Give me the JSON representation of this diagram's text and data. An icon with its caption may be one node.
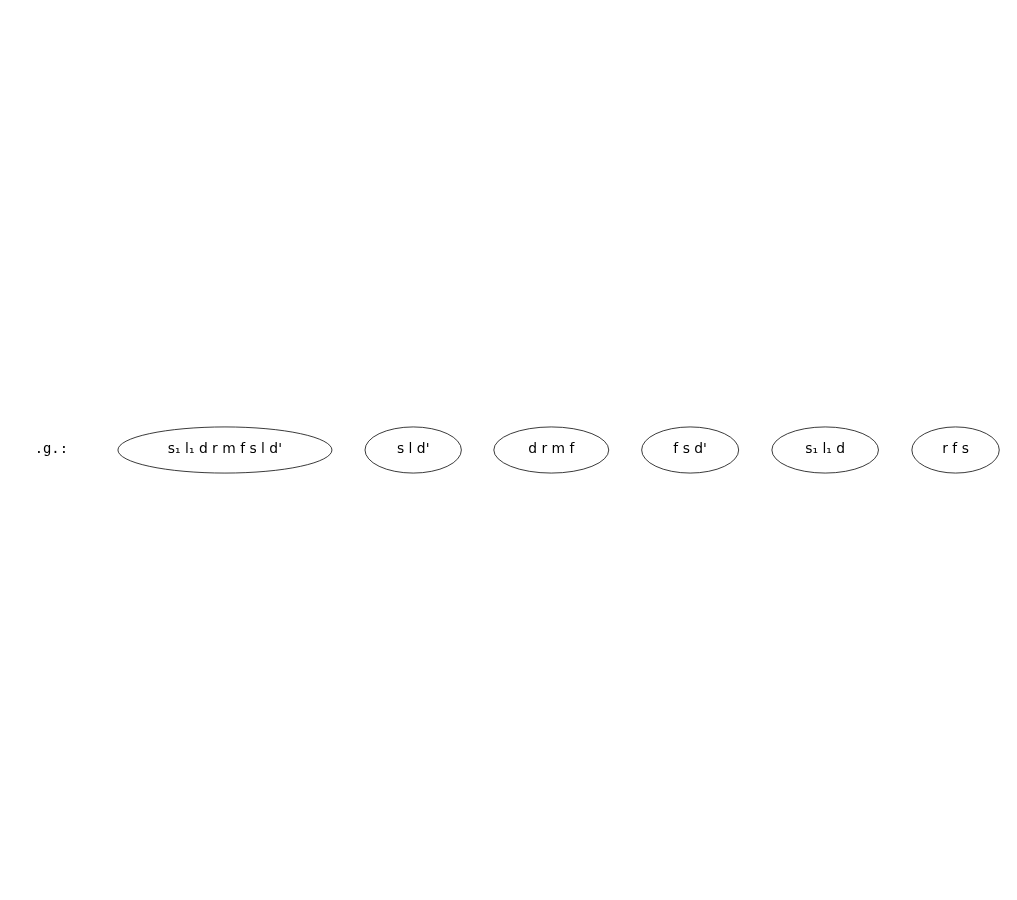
{
  "diagram": {
    "nodes": [
      {
        "text": [
          "s₁ l₁ d r m f s l d'"
        ]
      },
      {
        "text": [
          "s l d'"
        ]
      },
      {
        "text": [
          "d r m f"
        ]
      },
      {
        "text": [
          "f s d'"
        ]
      },
      {
        "text": [
          "s₁ l₁ d"
        ]
      },
      {
        "text": [
          "r f s"
        ]
      }
    ],
    "edges": [],
    "labels": [
      ".g.:"
    ]
  }
}
